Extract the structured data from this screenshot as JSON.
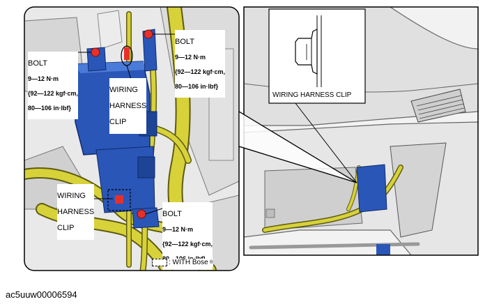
{
  "bolts": [
    {
      "title": "BOLT",
      "spec1": "9—12 N·m",
      "spec2": "{92—122 kgf·cm,",
      "spec3": "80—106 in·lbf}"
    },
    {
      "title": "BOLT",
      "spec1": "9—12 N·m",
      "spec2": "{92—122 kgf·cm,",
      "spec3": "80—106 in·lbf}"
    },
    {
      "title": "BOLT",
      "spec1": "9—12 N·m",
      "spec2": "{92—122 kgf·cm,",
      "spec3": "80—106 in·lbf}"
    }
  ],
  "clips": [
    {
      "line1": "WIRING",
      "line2": "HARNESS",
      "line3": "CLIP"
    },
    {
      "line1": "WIRING",
      "line2": "HARNESS",
      "line3": "CLIP"
    }
  ],
  "inset_caption": "WIRING HARNESS CLIP",
  "legend": {
    "text": ": WITH Bose",
    "mark": "®"
  },
  "reference_code": "ac5uuw00006594",
  "colors": {
    "module": "#2a56b8",
    "harness": "#d7d23a",
    "bolt": "#e8302a",
    "frame": "#000000"
  }
}
